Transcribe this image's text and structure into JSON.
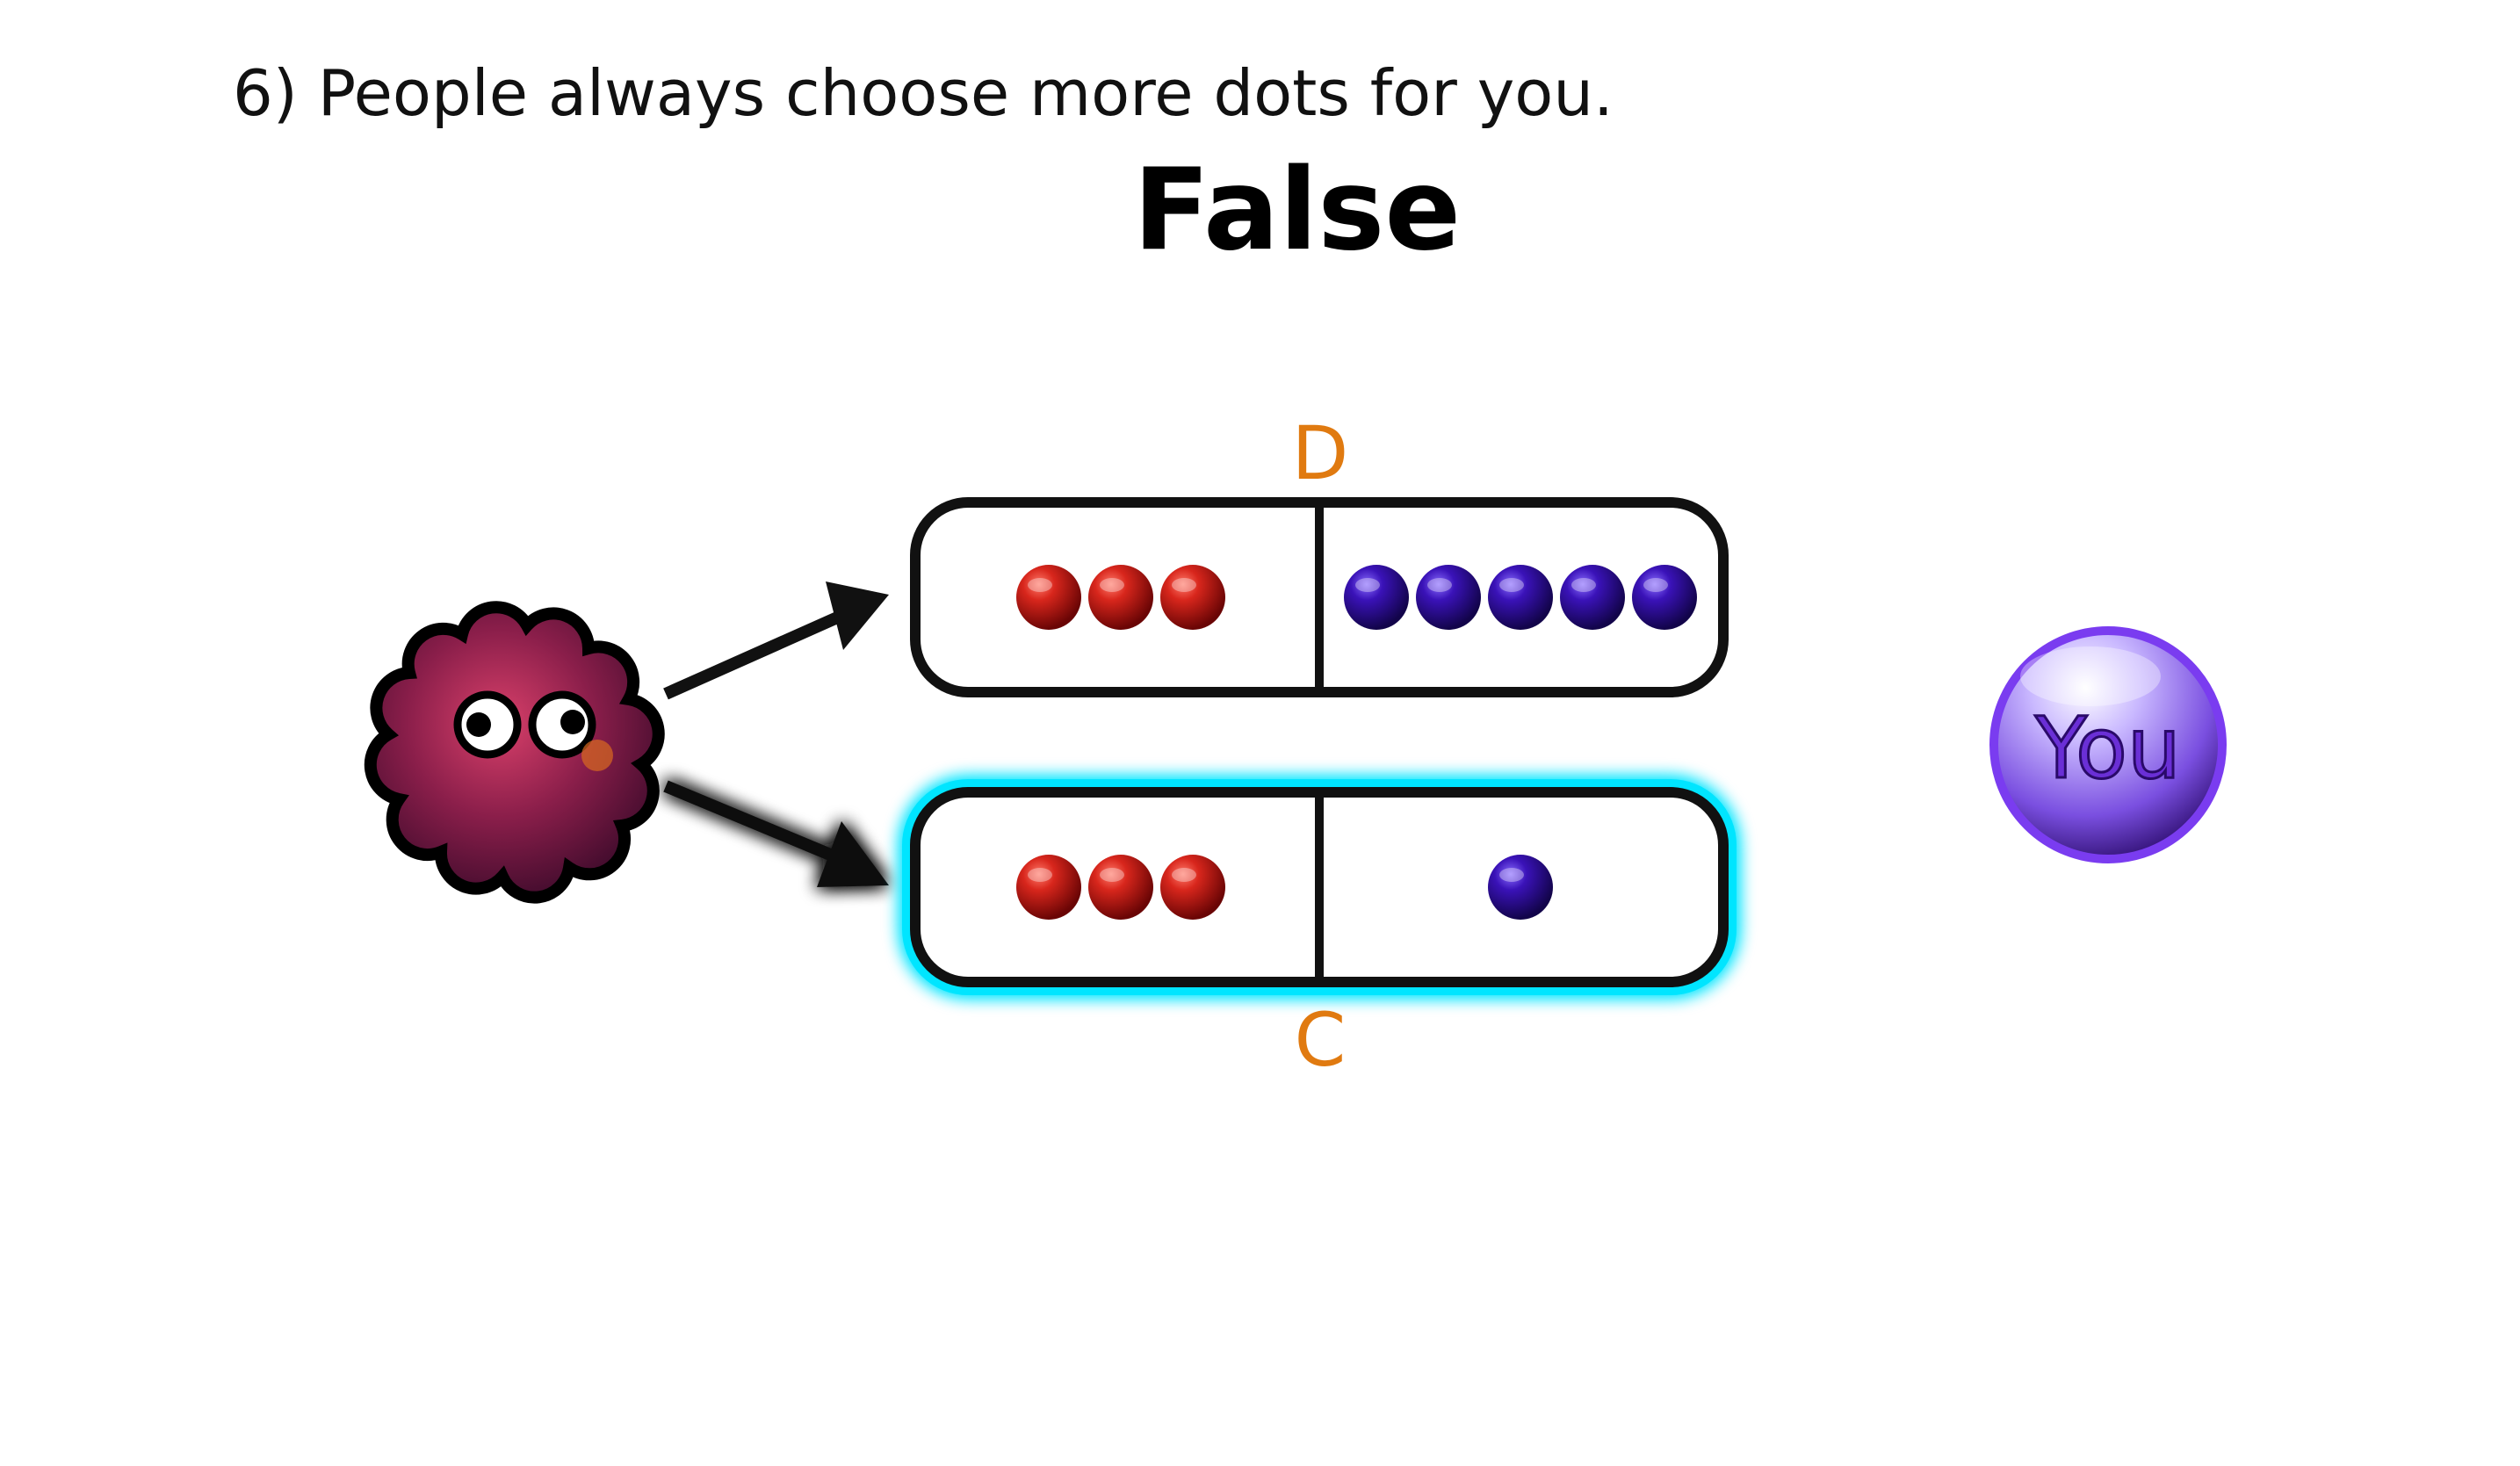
{
  "question": "6) People always choose more dots for you.",
  "answer": "False",
  "options": [
    {
      "label": "D",
      "label_color": "#e07a10",
      "other_dots": 3,
      "you_dots": 5,
      "highlighted": false
    },
    {
      "label": "C",
      "label_color": "#e07a10",
      "other_dots": 3,
      "you_dots": 1,
      "highlighted": true
    }
  ],
  "you_badge": {
    "text": "You",
    "color": "#6a2fd6"
  },
  "colors": {
    "other_dot": "#c0150f",
    "you_dot": "#3a10a8",
    "highlight_glow": "#00e5ff",
    "box_stroke": "#111111"
  },
  "icons": {
    "chooser": "fuzzy-creature-icon",
    "arrow": "arrow-icon",
    "you": "you-orb-icon"
  }
}
